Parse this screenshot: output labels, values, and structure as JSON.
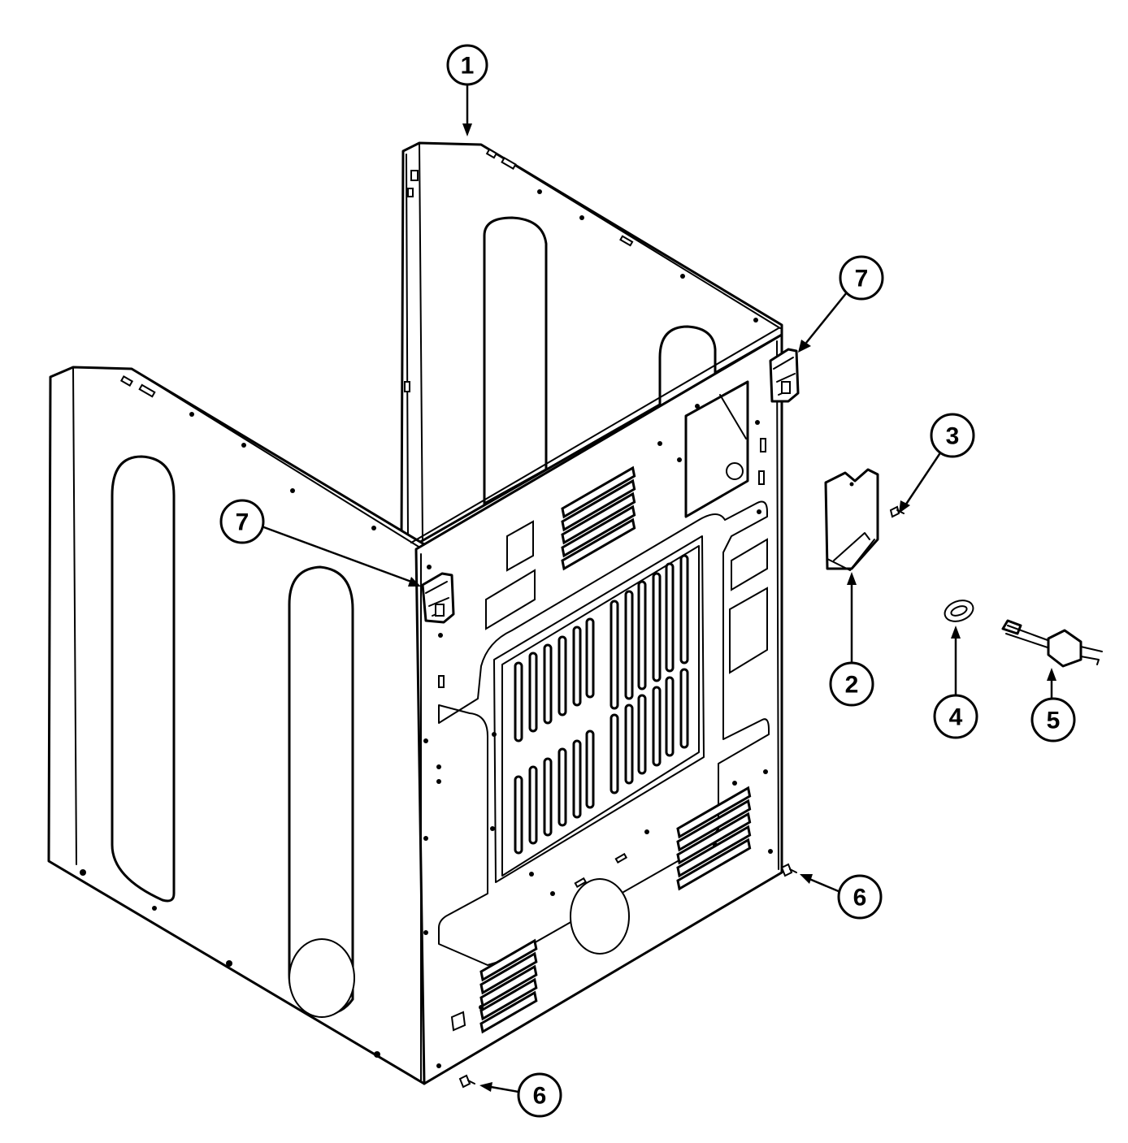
{
  "callouts": [
    {
      "id": "callout-1",
      "label": "1"
    },
    {
      "id": "callout-7-right",
      "label": "7"
    },
    {
      "id": "callout-3",
      "label": "3"
    },
    {
      "id": "callout-7-left",
      "label": "7"
    },
    {
      "id": "callout-2",
      "label": "2"
    },
    {
      "id": "callout-4",
      "label": "4"
    },
    {
      "id": "callout-5",
      "label": "5"
    },
    {
      "id": "callout-6-right",
      "label": "6"
    },
    {
      "id": "callout-6-bottom",
      "label": "6"
    }
  ]
}
